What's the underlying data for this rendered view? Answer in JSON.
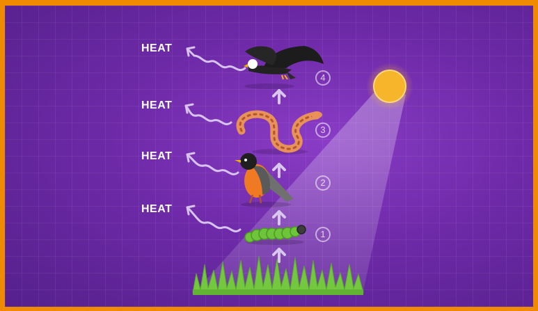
{
  "heat_labels": [
    "HEAT",
    "HEAT",
    "HEAT",
    "HEAT"
  ],
  "levels": [
    "4",
    "3",
    "2",
    "1"
  ],
  "icons": [
    "eagle-icon",
    "snake-icon",
    "robin-icon",
    "caterpillar-icon",
    "grass-icon",
    "sun-icon",
    "up-arrow-icon",
    "heat-wave-arrow-icon"
  ],
  "colors": {
    "background": "#6e2aa8",
    "border": "#f08a00",
    "sun": "#f7b52c",
    "grass": "#6ec43a",
    "heat_text": "#ffffff"
  }
}
